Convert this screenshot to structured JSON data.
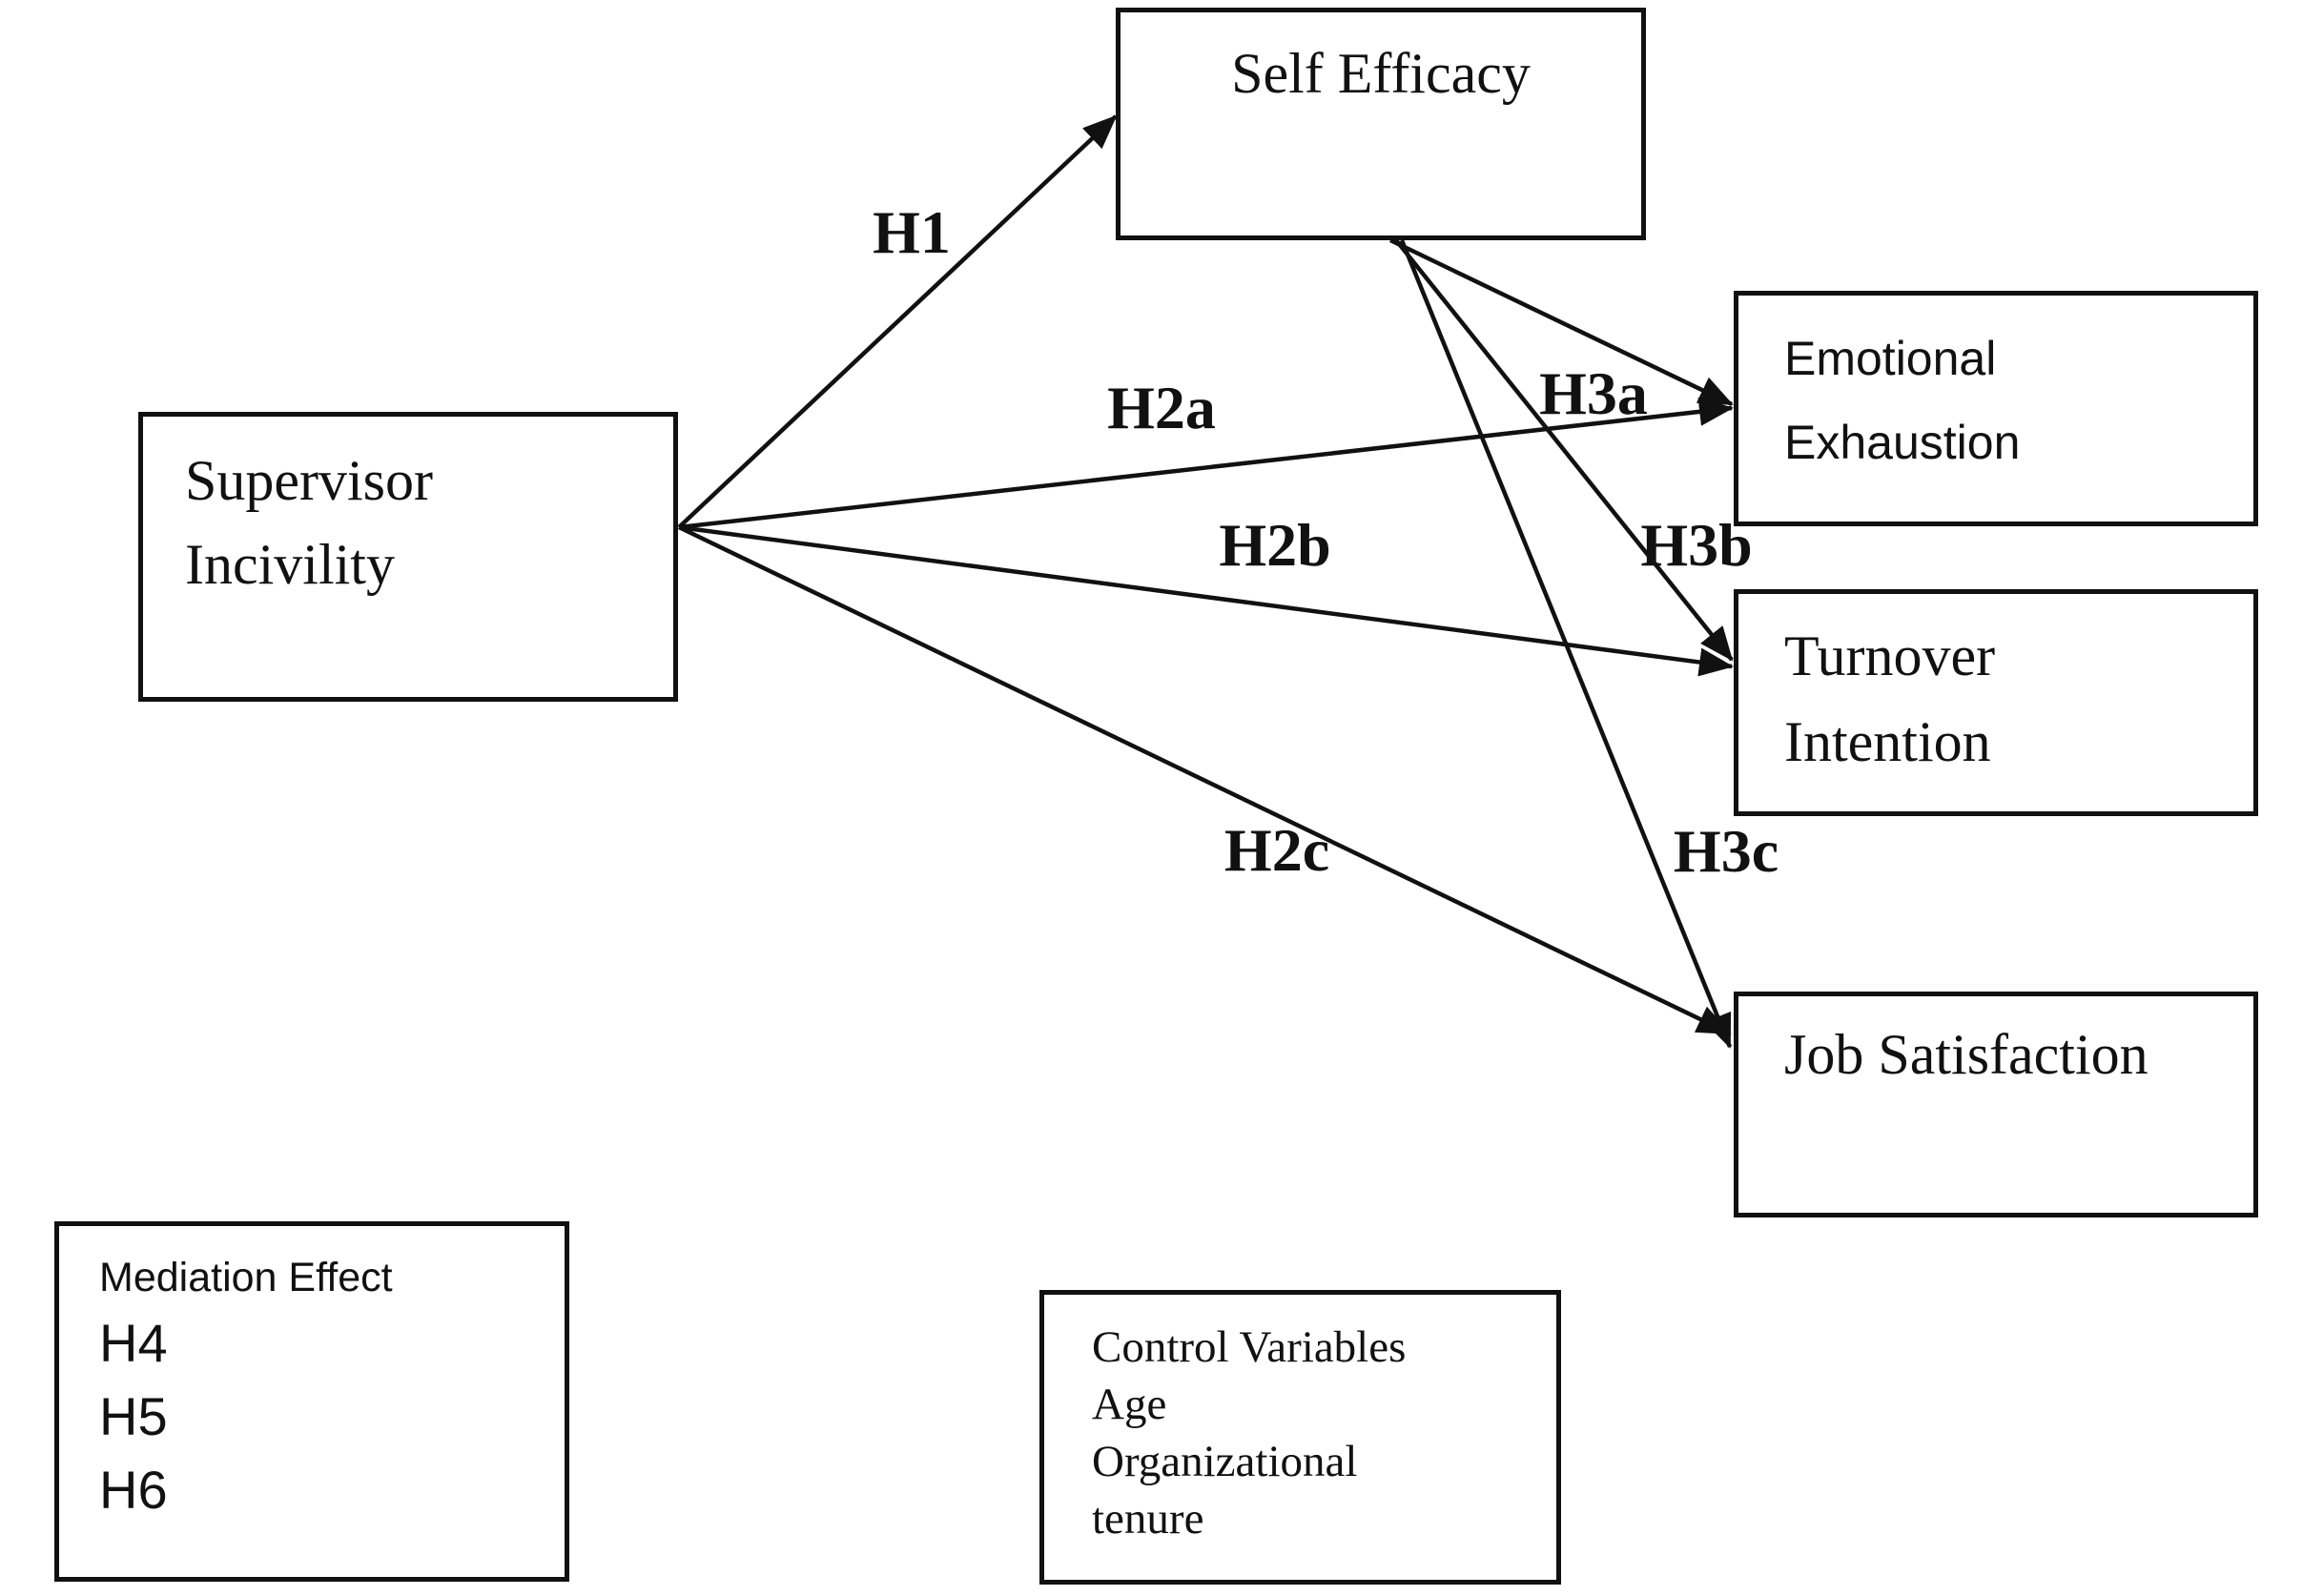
{
  "diagram": {
    "type": "hypothesized-research-model",
    "colors": {
      "ink": "#111111",
      "background": "#ffffff"
    },
    "nodes": {
      "supervisor_incivility": {
        "label_lines": [
          "Supervisor",
          "Incivility"
        ]
      },
      "self_efficacy": {
        "label_lines": [
          "Self Efficacy"
        ]
      },
      "emotional_exhaustion": {
        "label_lines": [
          "Emotional",
          "Exhaustion"
        ]
      },
      "turnover_intention": {
        "label_lines": [
          "Turnover",
          "Intention"
        ]
      },
      "job_satisfaction": {
        "label_lines": [
          "Job Satisfaction"
        ]
      },
      "mediation_effect": {
        "label_lines": [
          "Mediation Effect",
          "H4",
          "H5",
          "H6"
        ]
      },
      "control_variables": {
        "label_lines": [
          "Control Variables",
          "Age",
          "Organizational",
          "tenure"
        ]
      }
    },
    "edges": [
      {
        "id": "h1",
        "label": "H1",
        "from": "supervisor_incivility",
        "to": "self_efficacy"
      },
      {
        "id": "h2a",
        "label": "H2a",
        "from": "supervisor_incivility",
        "to": "emotional_exhaustion"
      },
      {
        "id": "h2b",
        "label": "H2b",
        "from": "supervisor_incivility",
        "to": "turnover_intention"
      },
      {
        "id": "h2c",
        "label": "H2c",
        "from": "supervisor_incivility",
        "to": "job_satisfaction"
      },
      {
        "id": "h3a",
        "label": "H3a",
        "from": "self_efficacy",
        "to": "emotional_exhaustion"
      },
      {
        "id": "h3b",
        "label": "H3b",
        "from": "self_efficacy",
        "to": "turnover_intention"
      },
      {
        "id": "h3c",
        "label": "H3c",
        "from": "self_efficacy",
        "to": "job_satisfaction"
      }
    ]
  }
}
